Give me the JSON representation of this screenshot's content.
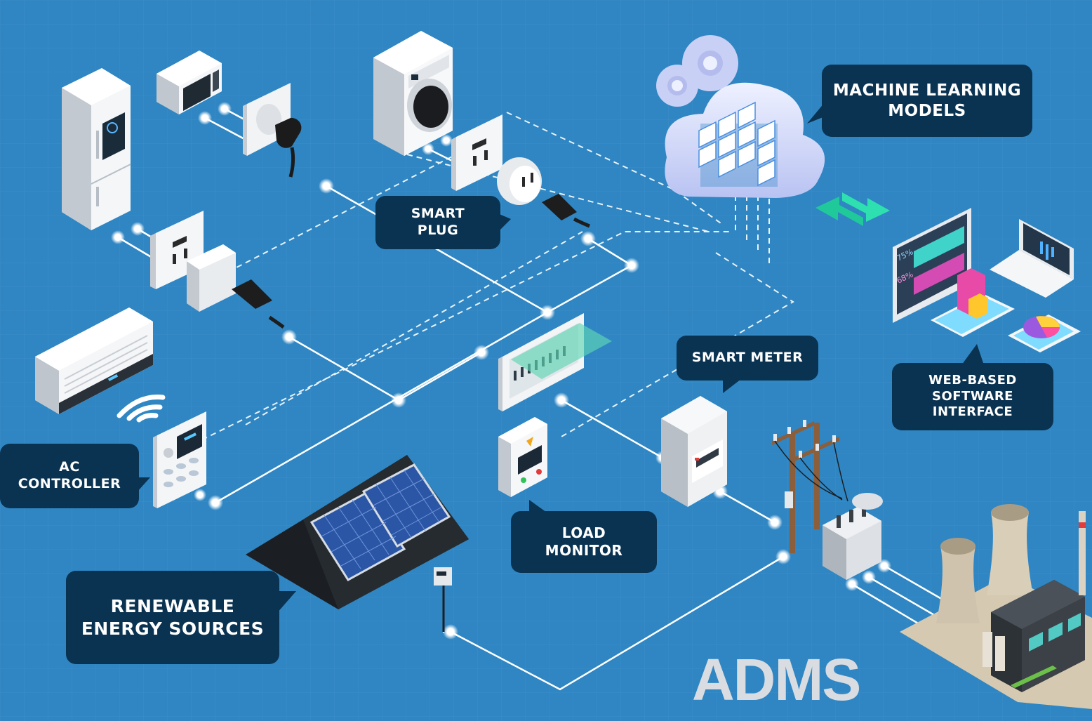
{
  "labels": {
    "ml_models": "MACHINE LEARNING\nMODELS",
    "smart_plug": "SMART\nPLUG",
    "smart_meter": "SMART METER",
    "web_interface": "WEB-BASED\nSOFTWARE\nINTERFACE",
    "ac_controller": "AC\nCONTROLLER",
    "load_monitor": "LOAD\nMONITOR",
    "renewable": "RENEWABLE\nENERGY SOURCES"
  },
  "brand": "ADMS",
  "screen_readouts": {
    "top": "75%",
    "bottom": "68%"
  },
  "colors": {
    "background": "#2f86c3",
    "callout": "#0a3352",
    "line": "#ffffff",
    "arrow": "#2ee0b0",
    "brand": "#d9dde2"
  },
  "icons": [
    "refrigerator-icon",
    "microwave-icon",
    "wall-socket-icon",
    "washing-machine-icon",
    "smart-plug-icon",
    "cloud-gear-icon",
    "sync-arrows-icon",
    "monitor-icon",
    "laptop-icon",
    "tablet-icon",
    "phone-icon",
    "air-conditioner-icon",
    "wifi-icon",
    "ac-controller-icon",
    "distribution-panel-icon",
    "load-monitor-icon",
    "smart-meter-icon",
    "solar-roof-icon",
    "utility-pole-icon",
    "transformer-icon",
    "power-plant-icon"
  ]
}
